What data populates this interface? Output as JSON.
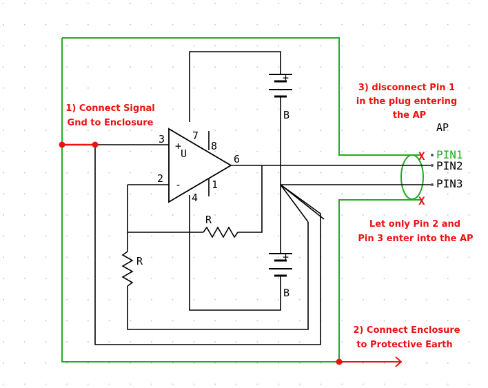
{
  "colors": {
    "wire": "#000000",
    "enclosure": "#22aa22",
    "annotation": "#ee1111",
    "grid_dot": "#c8c8c8"
  },
  "annotations": {
    "step1_line1": "1) Connect Signal",
    "step1_line2": "Gnd to Enclosure",
    "step2_line1": "2) Connect Enclosure",
    "step2_line2": "to Protective Earth",
    "step3_line1": "3) disconnect Pin 1",
    "step3_line2": "in the plug entering",
    "step3_line3": "the AP",
    "note_line1": "Let only Pin 2 and",
    "note_line2": "Pin 3 enter into the AP"
  },
  "connector": {
    "title": "AP",
    "pin1": "PIN1",
    "pin2": "PIN2",
    "pin3": "PIN3"
  },
  "opamp": {
    "name": "U",
    "plus": "+",
    "minus": "-",
    "pin3": "3",
    "pin2": "2",
    "pin7": "7",
    "pin8": "8",
    "pin6": "6",
    "pin1": "1",
    "pin4": "4"
  },
  "components": {
    "resistor_feedback": "R",
    "resistor_ground": "R",
    "battery_top": "B",
    "battery_bottom": "B",
    "battery_plus": "+"
  },
  "marks": {
    "disconnect_x": "X"
  }
}
